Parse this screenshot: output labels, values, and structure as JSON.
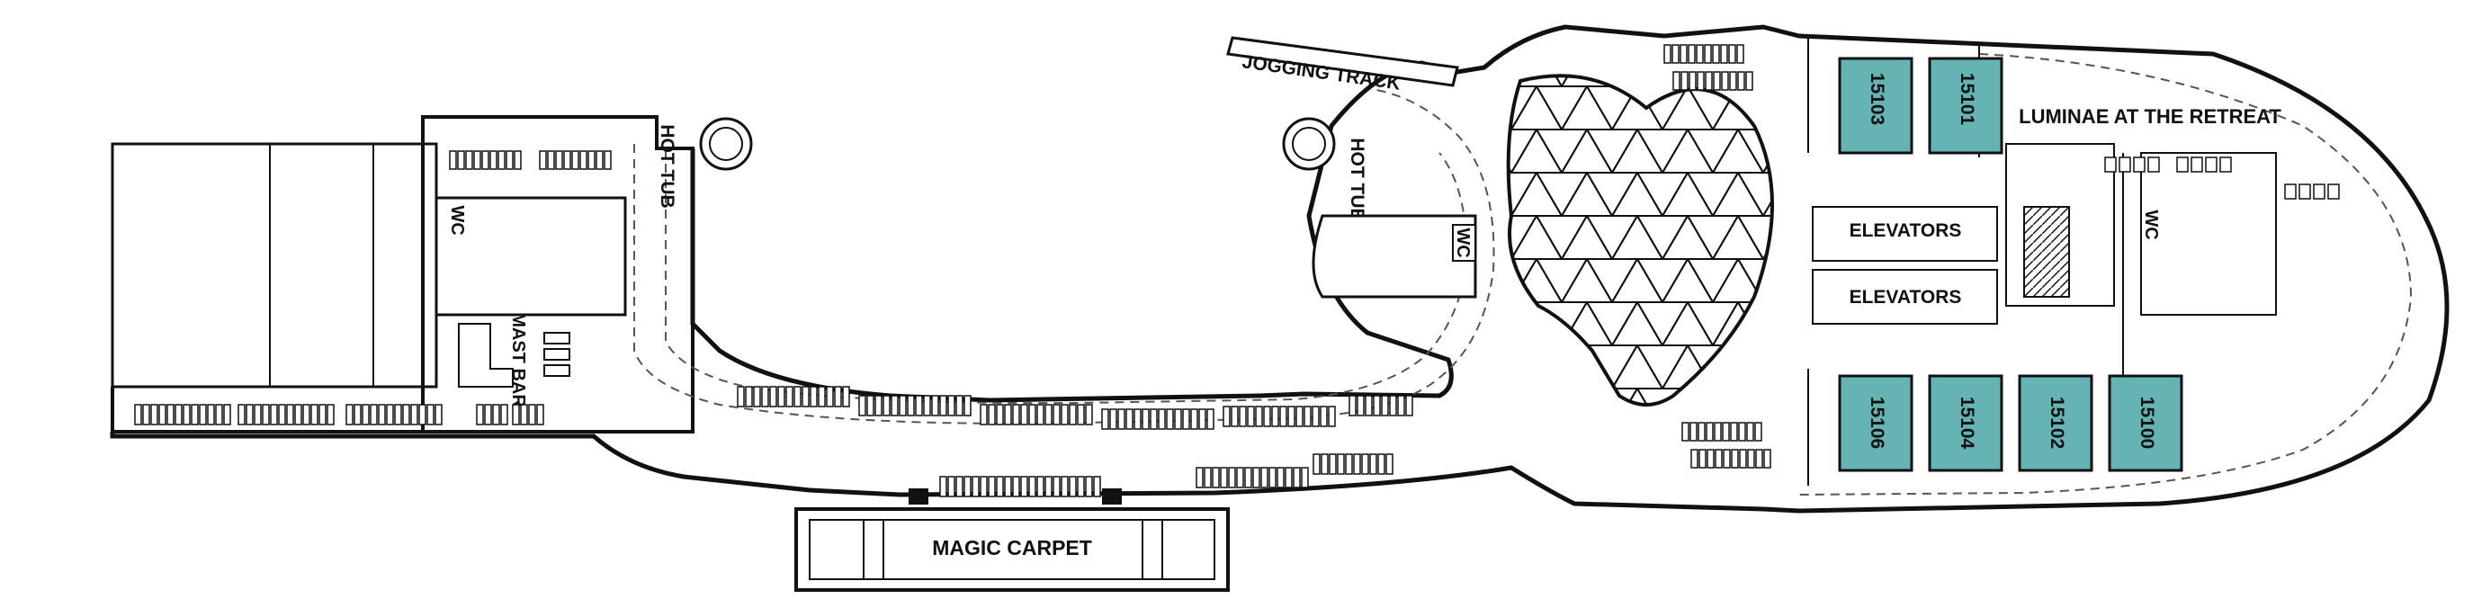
{
  "deck_plan": {
    "labels": {
      "jogging_track": "JOGGING TRACK",
      "hot_tub_aft": "HOT TUB",
      "hot_tub_mid": "HOT TUB",
      "wc_aft": "WC",
      "wc_mid": "WC",
      "wc_fwd": "WC",
      "mast_bar": "MAST BAR",
      "elevators_upper": "ELEVATORS",
      "elevators_lower": "ELEVATORS",
      "luminae": "LUMINAE AT THE RETREAT",
      "magic_carpet": "MAGIC CARPET"
    },
    "staterooms": [
      {
        "number": "15103"
      },
      {
        "number": "15101"
      },
      {
        "number": "15106"
      },
      {
        "number": "15104"
      },
      {
        "number": "15102"
      },
      {
        "number": "15100"
      }
    ],
    "colors": {
      "stateroom_fill": "#66b3b3",
      "outline": "#111111",
      "background": "#ffffff"
    }
  }
}
